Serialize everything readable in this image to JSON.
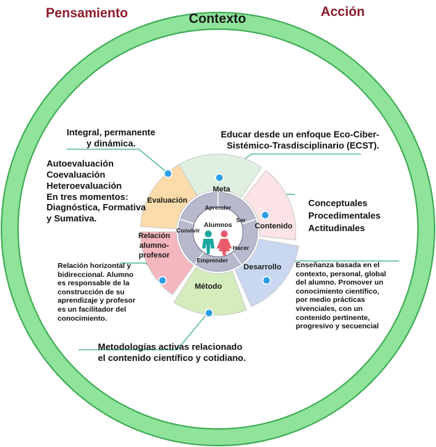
{
  "header": {
    "left": "Pensamiento",
    "center": "Contexto",
    "right": "Acción"
  },
  "segments": {
    "meta": "Meta",
    "contenido": "Contenido",
    "desarrollo": "Desarrollo",
    "metodo": "Método",
    "relacion": [
      "Relación",
      "alumno-",
      "profesor"
    ],
    "evaluacion": "Evaluación"
  },
  "inner_ring": [
    "Aprender",
    "Ser",
    "Hacer",
    "Emprender",
    "Convivir"
  ],
  "center": "Alumnos",
  "callouts": {
    "evaluacion_caracter": [
      "Integral, permanente",
      "y dinámica."
    ],
    "meta": [
      "Educar desde un enfoque Eco-Ciber-",
      "Sistémico-Trasdisciplinario (ECST)."
    ],
    "evaluacion_tipos": [
      "Autoevaluación",
      "Coevaluación",
      "Heteroevaluación",
      "En tres momentos:",
      "Diagnóstica, Formativa",
      "y Sumativa."
    ],
    "contenido": [
      "Conceptuales",
      "Procedimentales",
      "Actitudinales"
    ],
    "relacion": [
      "Relación horizontal y",
      "bidireccional. Alumno",
      "es  responsable de la",
      "construcción de su",
      "aprendizaje y profesor",
      "es un facilitador del",
      "conocimiento."
    ],
    "desarrollo": [
      "Enseñanza basada en el",
      "contexto, personal, global",
      "del alumno. Promover un",
      "conocimiento científico,",
      "por medio prácticas",
      "vivenciales, con un",
      "contenido pertinente,",
      "progresivo y secuencial"
    ],
    "metodo": [
      "Metodologías activas relacionado",
      "el contenido científico y cotidiano."
    ]
  },
  "colors": {
    "outer_ring": "#90e39b",
    "outer_ring_stroke": "#3dab52",
    "header_accent": "#8b1a2b",
    "meta": "#dff0e1",
    "contenido": "#fbe3e6",
    "desarrollo": "#c9d8f0",
    "metodo": "#d5ecbd",
    "relacion": "#f6b6be",
    "evaluacion": "#fbdcaa",
    "inner_ring": "#b9b9ce",
    "center": "#ffffff",
    "dot": "#2b9fe6",
    "leader": "#3db089"
  }
}
